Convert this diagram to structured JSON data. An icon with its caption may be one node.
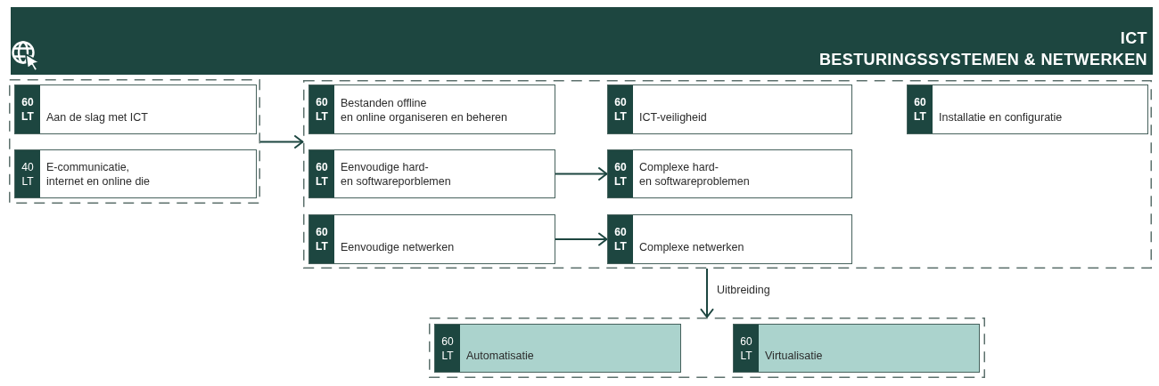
{
  "diagram": {
    "title": "ICT BESTURINGSSYSTEMEN & NETWERKEN",
    "nodes": [
      {
        "text": [],
        "shape": "box"
      },
      {
        "text": [
          "60 LT",
          "Aan de slag met ICT"
        ],
        "in": 0
      },
      {
        "text": [
          "40 LT",
          "E-communicatie, internet en online die"
        ],
        "in": 0
      },
      {
        "text": [],
        "shape": "box"
      },
      {
        "text": [
          "60 LT",
          "Bestanden offline en online organiseren en beheren"
        ],
        "in": 3
      },
      {
        "text": [
          "60 LT",
          "ICT-veiligheid"
        ],
        "in": 3
      },
      {
        "text": [
          "60 LT",
          "Installatie en configuratie"
        ],
        "in": 3
      },
      {
        "text": [
          "60 LT",
          "Eenvoudige hard- en softwareporblemen"
        ],
        "in": 3
      },
      {
        "text": [
          "60 LT",
          "Complexe hard- en softwareproblemen"
        ],
        "in": 3
      },
      {
        "text": [
          "60 LT",
          "Eenvoudige netwerken"
        ],
        "in": 3
      },
      {
        "text": [
          "60 LT",
          "Complexe netwerken"
        ],
        "in": 3
      },
      {
        "text": [],
        "shape": "box"
      },
      {
        "text": [
          "60 LT",
          "Automatisatie"
        ],
        "in": 11
      },
      {
        "text": [
          "60 LT",
          "Virtualisatie"
        ],
        "in": 11
      }
    ],
    "edges": [
      {
        "from": 0,
        "to": 3,
        "arrow": "to"
      },
      {
        "from": 7,
        "to": 8,
        "arrow": "to"
      },
      {
        "from": 9,
        "to": 10,
        "arrow": "to"
      },
      {
        "from": 3,
        "to": 11,
        "arrow": "to",
        "label": "Uitbreiding"
      }
    ]
  }
}
